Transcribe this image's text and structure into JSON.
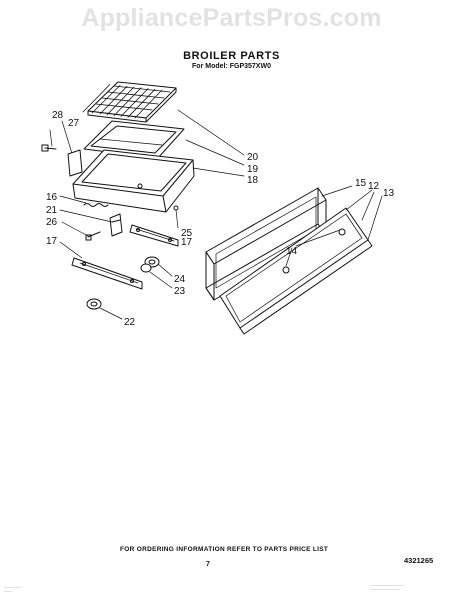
{
  "watermark": "AppliancePartsPros.com",
  "title": "BROILER PARTS",
  "subtitle": "For Model: FGP357XW0",
  "callouts": {
    "c28": "28",
    "c27": "27",
    "c20": "20",
    "c19": "19",
    "c18": "18",
    "c16": "16",
    "c21": "21",
    "c26": "26",
    "c25": "25",
    "c17a": "17",
    "c17b": "17",
    "c15": "15",
    "c12": "12",
    "c13": "13",
    "c14": "14",
    "c24": "24",
    "c23": "23",
    "c22": "22"
  },
  "footer": {
    "ordering_note": "FOR ORDERING INFORMATION REFER TO PARTS PRICE LIST",
    "page_number": "7",
    "part_number": "4321265"
  }
}
